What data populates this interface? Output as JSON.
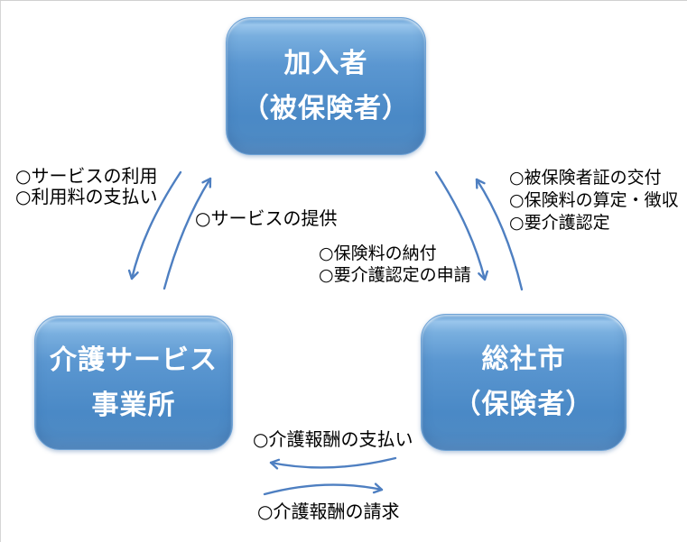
{
  "colors": {
    "box_fill": "#4f8dc9",
    "box_highlight": "#9ac6ec",
    "box_border": "#6fa3d6",
    "box_text": "#ffffff",
    "arrow": "#4e7fc1",
    "label_text": "#000000",
    "frame_border": "#d0d0d0"
  },
  "nodes": {
    "member": {
      "line1": "加入者",
      "line2": "（被保険者）"
    },
    "provider": {
      "line1": "介護サービス",
      "line2": "事業所"
    },
    "city": {
      "line1": "総社市",
      "line2": "（保険者）"
    }
  },
  "labels": {
    "member_provider": {
      "line1": "○サービスの利用",
      "line2": "○利用料の支払い"
    },
    "provider_member": {
      "line1": "○サービスの提供"
    },
    "city_member": {
      "line1": "○被保険者証の交付",
      "line2": "○保険料の算定・徴収",
      "line3": "○要介護認定"
    },
    "member_city": {
      "line1": "○保険料の納付",
      "line2": "○要介護認定の申請"
    },
    "city_provider": {
      "line1": "○介護報酬の支払い"
    },
    "provider_city": {
      "line1": "○介護報酬の請求"
    }
  }
}
